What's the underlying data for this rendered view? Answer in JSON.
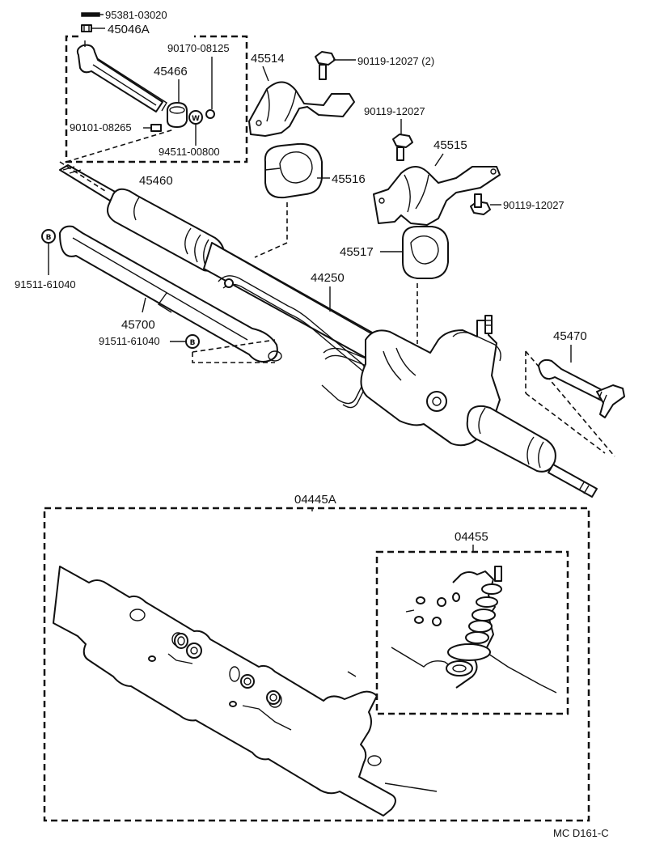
{
  "diagram": {
    "labels": {
      "p95381": "95381-03020",
      "p45046a": "45046A",
      "p90170": "90170-08125",
      "p45466": "45466",
      "p90101": "90101-08265",
      "p94511": "94511-00800",
      "p45460": "45460",
      "p45514": "45514",
      "p90119_2": "90119-12027 (2)",
      "p90119_a": "90119-12027",
      "p45515": "45515",
      "p45516": "45516",
      "p90119_b": "90119-12027",
      "p45517": "45517",
      "p44250": "44250",
      "p91511_a": "91511-61040",
      "p45700": "45700",
      "p91511_b": "91511-61040",
      "p45470": "45470",
      "p04445a": "04445A",
      "p04455": "04455"
    },
    "circle_marks": {
      "w": "W",
      "b": "B"
    },
    "footer_code": "MC  D161-C"
  }
}
